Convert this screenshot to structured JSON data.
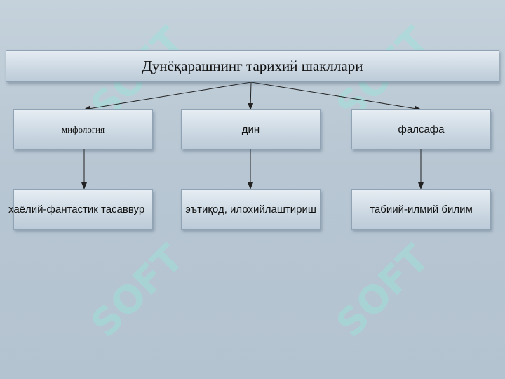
{
  "diagram": {
    "title": "Дунёқарашнинг тарихий шакллари",
    "branches": [
      {
        "name": "мифология",
        "detail": "хаёлий-фантастик тасаввур"
      },
      {
        "name": "дин",
        "detail": "эътиқод, илохийлаштириш"
      },
      {
        "name": "фалсафа",
        "detail": "табиий-илмий билим"
      }
    ]
  },
  "watermark": {
    "text": "SOFT",
    "icon": "dollar-s-logo",
    "color": "#8fd6d0"
  },
  "colors": {
    "background": "#b9c7d3",
    "box_border": "#8fa3b5",
    "line": "#222222"
  }
}
